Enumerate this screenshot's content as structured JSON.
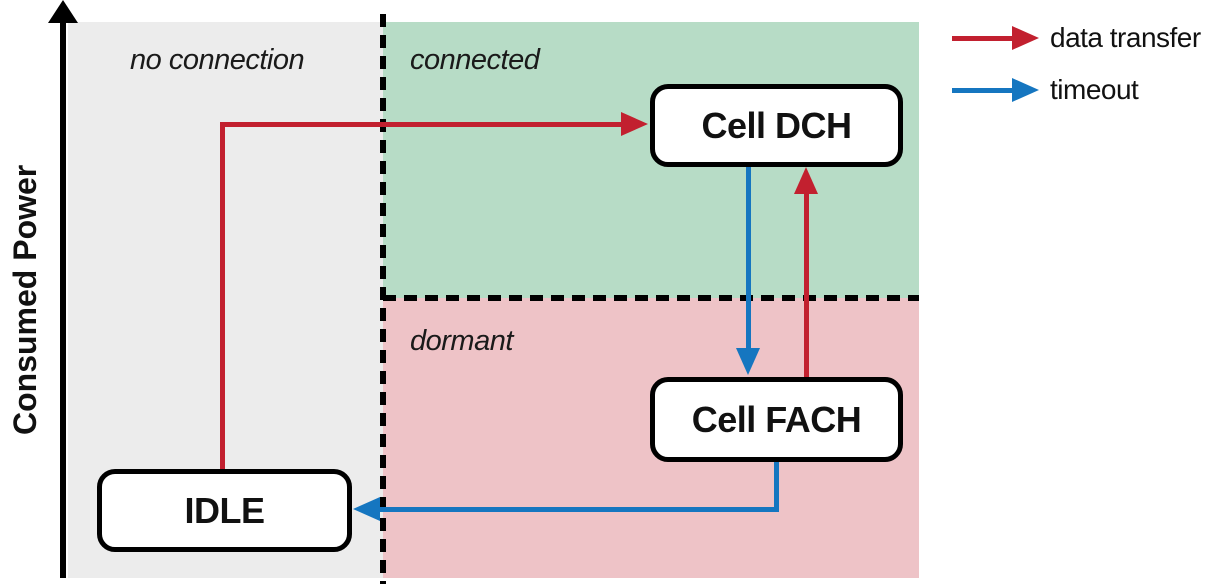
{
  "axis": {
    "y_label": "Consumed Power"
  },
  "regions": [
    {
      "id": "no-connection",
      "label": "no connection"
    },
    {
      "id": "connected",
      "label": "connected"
    },
    {
      "id": "dormant",
      "label": "dormant"
    }
  ],
  "states": [
    {
      "id": "cell-dch",
      "label": "Cell DCH"
    },
    {
      "id": "cell-fach",
      "label": "Cell FACH"
    },
    {
      "id": "idle",
      "label": "IDLE"
    }
  ],
  "transitions": [
    {
      "from": "IDLE",
      "to": "Cell DCH",
      "type": "data transfer",
      "color": "#c2202f"
    },
    {
      "from": "Cell DCH",
      "to": "Cell FACH",
      "type": "timeout",
      "color": "#1576c0"
    },
    {
      "from": "Cell FACH",
      "to": "Cell DCH",
      "type": "data transfer",
      "color": "#c2202f"
    },
    {
      "from": "Cell FACH",
      "to": "IDLE",
      "type": "timeout",
      "color": "#1576c0"
    }
  ],
  "legend": [
    {
      "id": "data-transfer",
      "label": "data transfer",
      "color": "#c2202f"
    },
    {
      "id": "timeout",
      "label": "timeout",
      "color": "#1576c0"
    }
  ],
  "colors": {
    "red": "#c2202f",
    "blue": "#1576c0",
    "gray_region": "#ececec",
    "green_region": "#b7dcc6",
    "pink_region": "#eec3c7",
    "line_black": "#000000"
  }
}
